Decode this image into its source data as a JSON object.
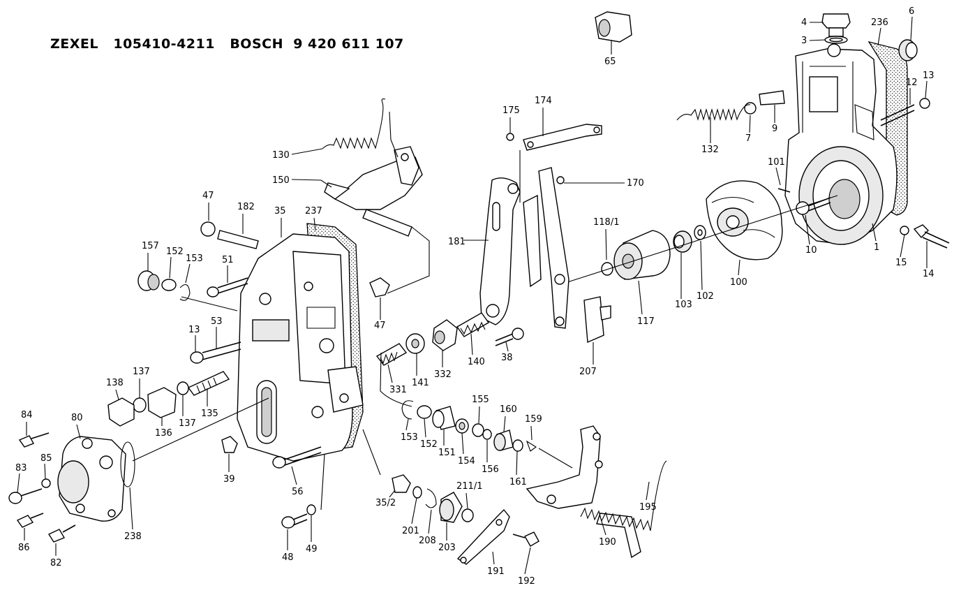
{
  "header": {
    "maker_1": "ZEXEL",
    "part_1": "105410-4211",
    "maker_2": "BOSCH",
    "part_2": "9 420 611 107"
  },
  "part_labels": [
    "4",
    "3",
    "236",
    "6",
    "65",
    "13",
    "12",
    "9",
    "7",
    "132",
    "101",
    "10",
    "1",
    "15",
    "14",
    "175",
    "174",
    "170",
    "130",
    "150",
    "47",
    "182",
    "35",
    "237",
    "181",
    "118/1",
    "117",
    "103",
    "102",
    "100",
    "157",
    "152",
    "153",
    "51",
    "47",
    "13",
    "53",
    "38",
    "207",
    "140",
    "332",
    "141",
    "331",
    "138",
    "137",
    "136",
    "137",
    "135",
    "155",
    "160",
    "159",
    "84",
    "80",
    "85",
    "83",
    "39",
    "56",
    "153",
    "152",
    "151",
    "154",
    "156",
    "161",
    "35/2",
    "201",
    "211/1",
    "208",
    "203",
    "86",
    "238",
    "82",
    "48",
    "49",
    "191",
    "192",
    "190",
    "195"
  ]
}
